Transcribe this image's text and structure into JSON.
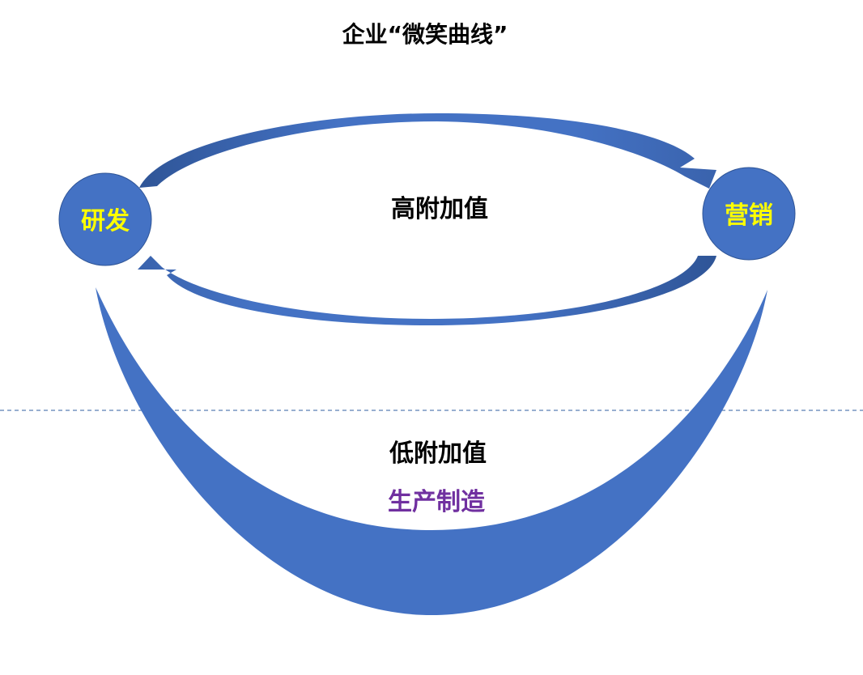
{
  "title": "企业“微笑曲线”",
  "nodes": {
    "left": {
      "label": "研发"
    },
    "right": {
      "label": "营销"
    }
  },
  "regions": {
    "high": {
      "label": "高附加值"
    },
    "low": {
      "label": "低附加值",
      "sublabel": "生产制造"
    }
  },
  "colors": {
    "shape_fill": "#4472C4",
    "shape_dark": "#2F5597",
    "node_text": "#FFFF00",
    "sublabel_text": "#7030A0",
    "divider": "#5B7FB5",
    "text": "#000000"
  }
}
